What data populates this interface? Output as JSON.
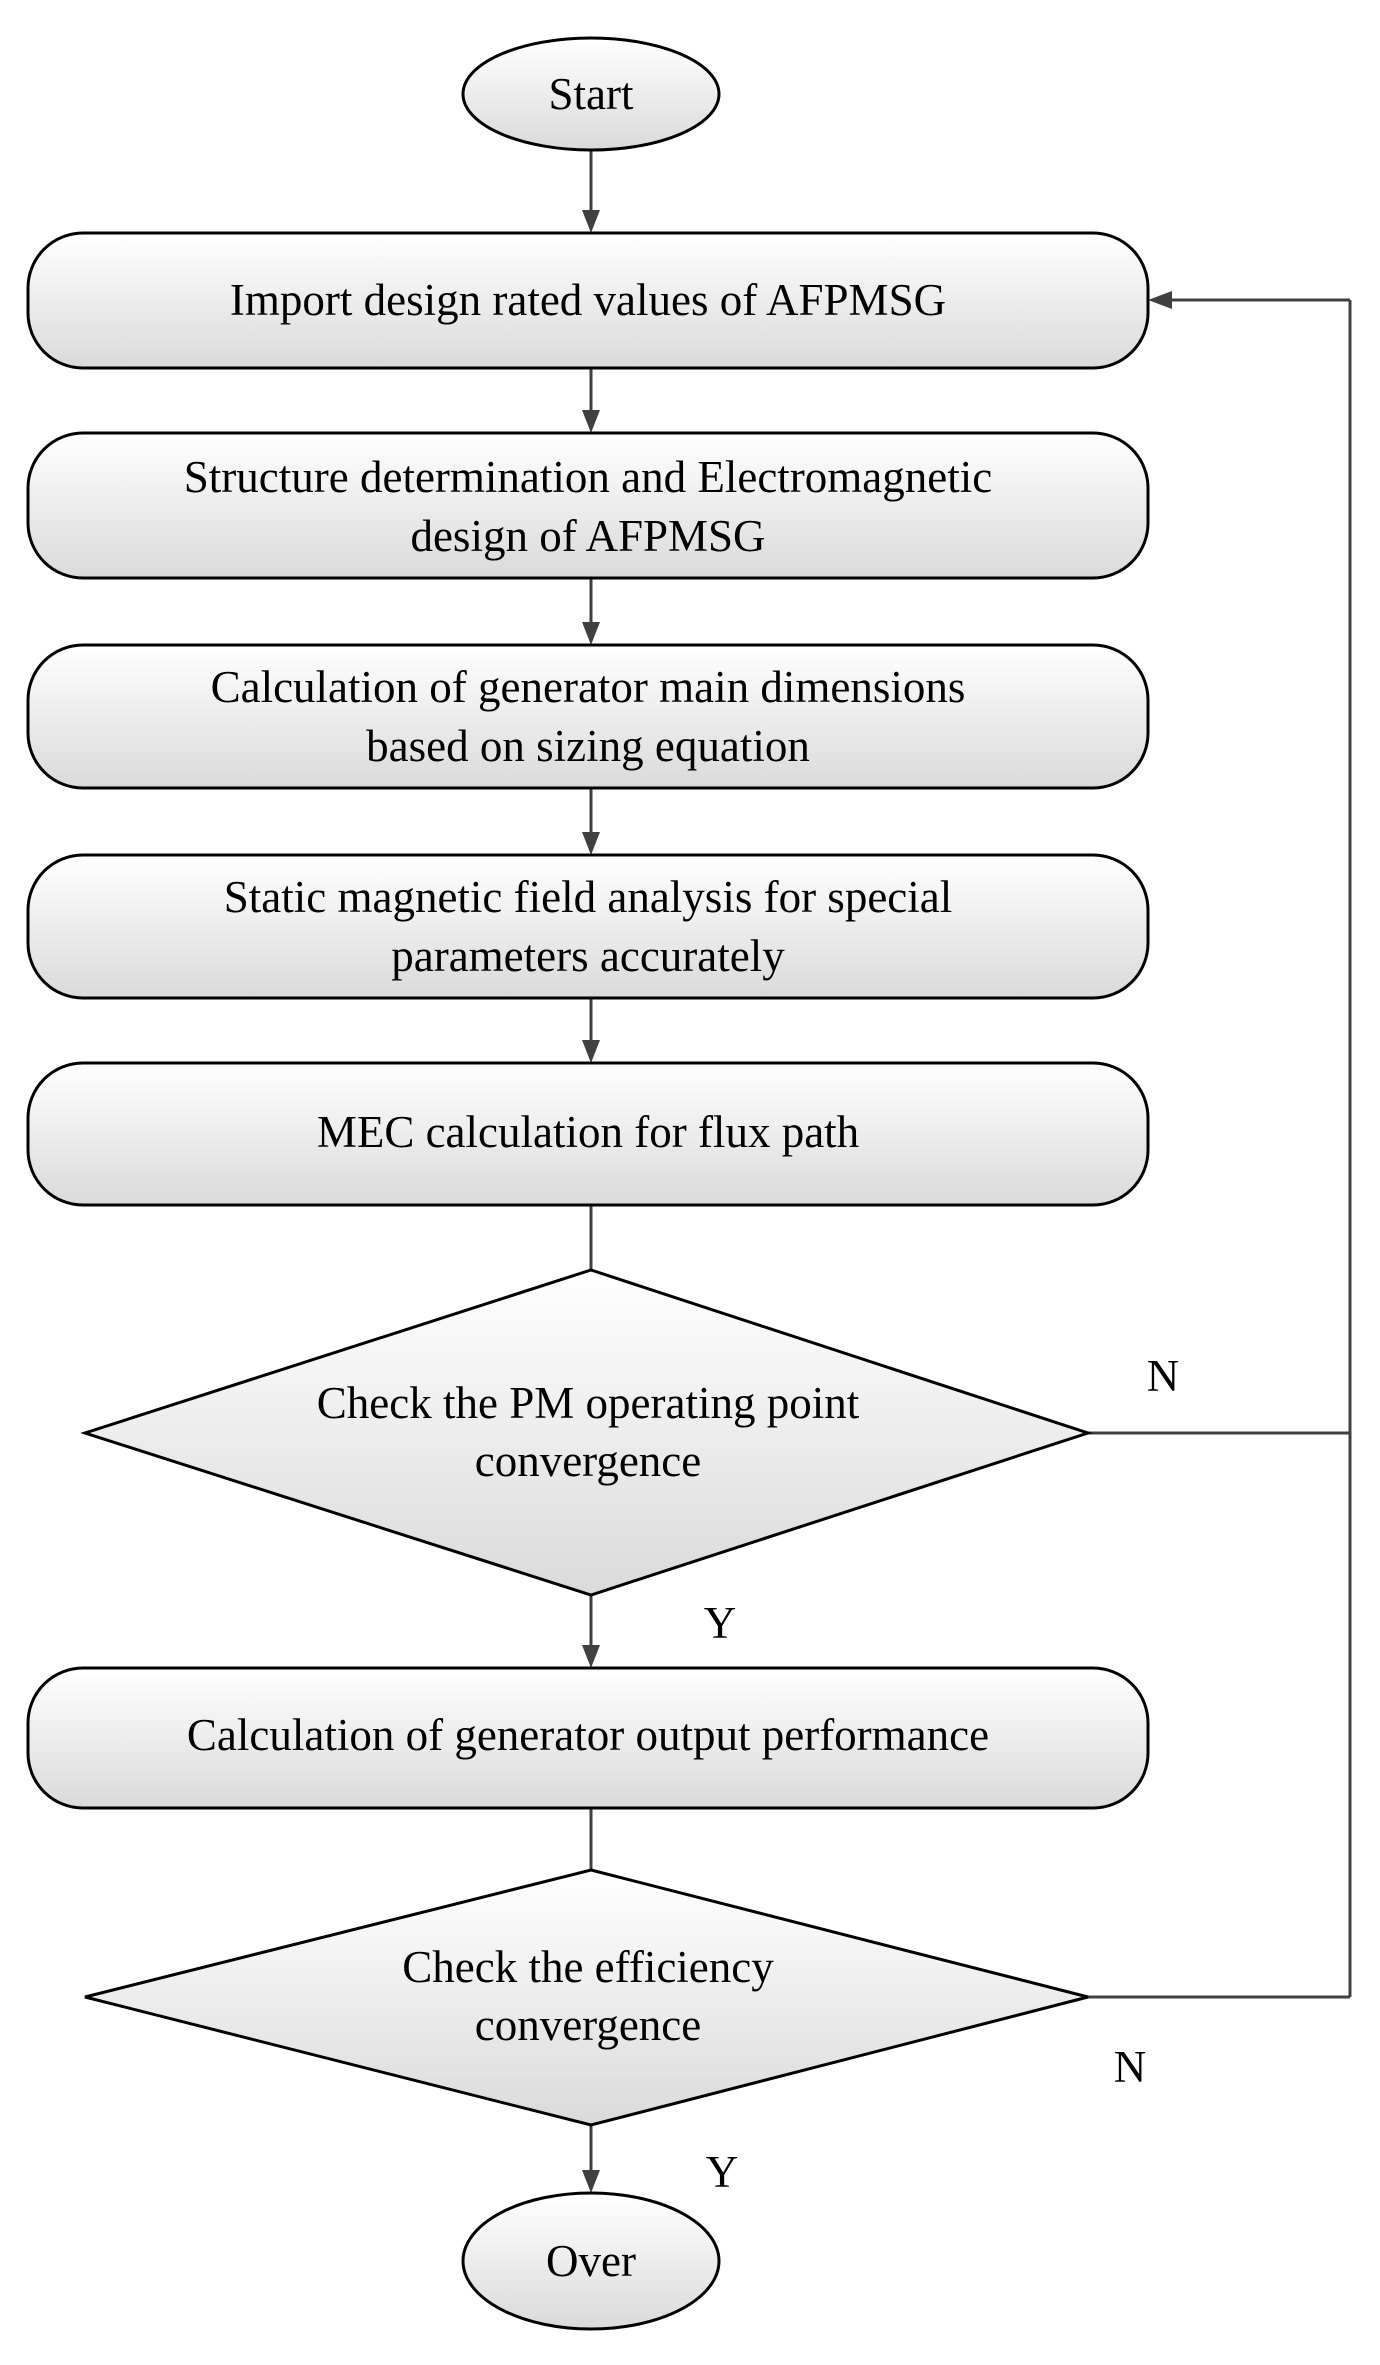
{
  "nodes": {
    "start": {
      "label": "Start"
    },
    "import_values": {
      "label": "Import design rated values of AFPMSG"
    },
    "structure": {
      "line1": "Structure determination and Electromagnetic",
      "line2": "design of AFPMSG"
    },
    "main_dimensions": {
      "line1": "Calculation of generator main dimensions",
      "line2": "based on sizing equation"
    },
    "static_field": {
      "line1": "Static magnetic field analysis for  special",
      "line2": "parameters accurately"
    },
    "mec": {
      "label": "MEC calculation for flux path"
    },
    "check_pm": {
      "line1": "Check the PM operating point",
      "line2": "convergence"
    },
    "output_performance": {
      "label": "Calculation of generator output performance"
    },
    "check_efficiency": {
      "line1": "Check the efficiency",
      "line2": "convergence"
    },
    "over": {
      "label": "Over"
    }
  },
  "edge_labels": {
    "pm_no": "N",
    "pm_yes": "Y",
    "eff_no": "N",
    "eff_yes": "Y"
  },
  "colors": {
    "fill_top": "#ffffff",
    "fill_bottom": "#dadada",
    "stroke": "#000000",
    "connector": "#404040"
  }
}
